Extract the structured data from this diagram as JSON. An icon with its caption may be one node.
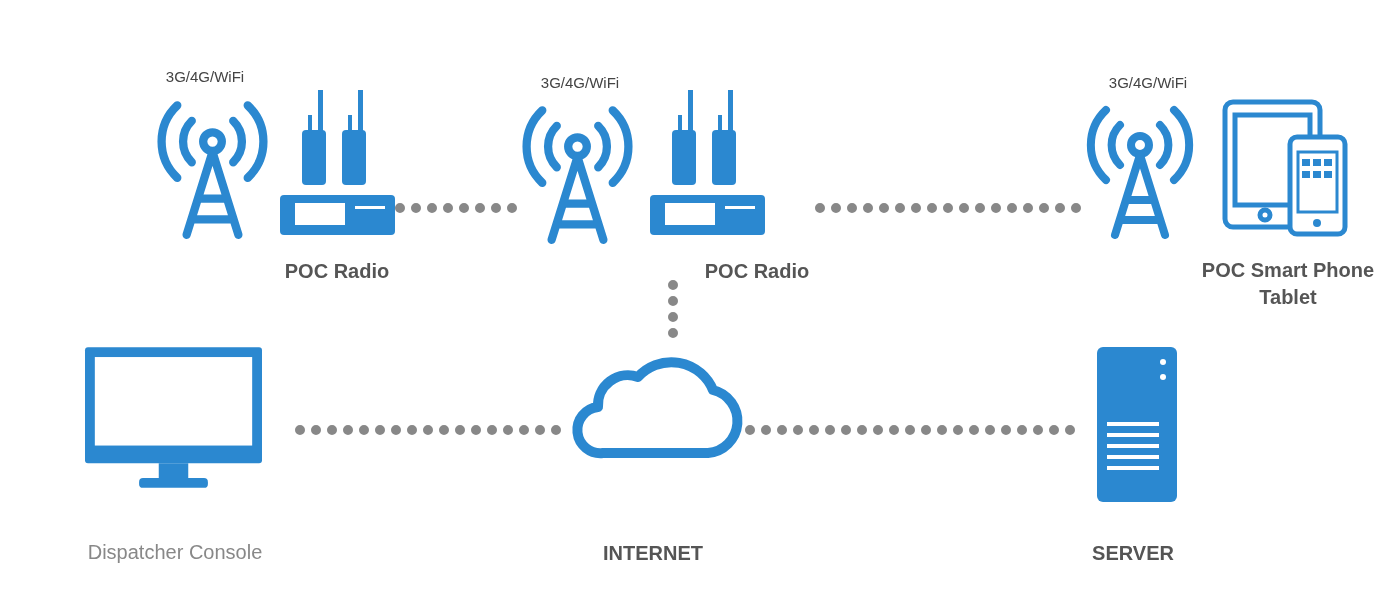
{
  "diagram": {
    "nodes": [
      {
        "text": [
          "3G/4G/WiFi",
          "POC Radio"
        ]
      },
      {
        "text": [
          "3G/4G/WiFi",
          "POC Radio"
        ]
      },
      {
        "text": [
          "3G/4G/WiFi",
          "POC Smart Phone Tablet"
        ]
      },
      {
        "text": [
          "Dispatcher Console"
        ]
      },
      {
        "text": [
          "INTERNET"
        ]
      },
      {
        "text": [
          "SERVER"
        ]
      }
    ],
    "edges": [
      {
        "from": 0,
        "to": 1,
        "arrow": "none",
        "style": "dashed"
      },
      {
        "from": 1,
        "to": 2,
        "arrow": "none",
        "style": "dashed"
      },
      {
        "from": 1,
        "to": 4,
        "arrow": "none",
        "style": "dashed"
      },
      {
        "from": 3,
        "to": 4,
        "arrow": "none",
        "style": "dashed"
      },
      {
        "from": 4,
        "to": 5,
        "arrow": "none",
        "style": "dashed"
      }
    ]
  }
}
